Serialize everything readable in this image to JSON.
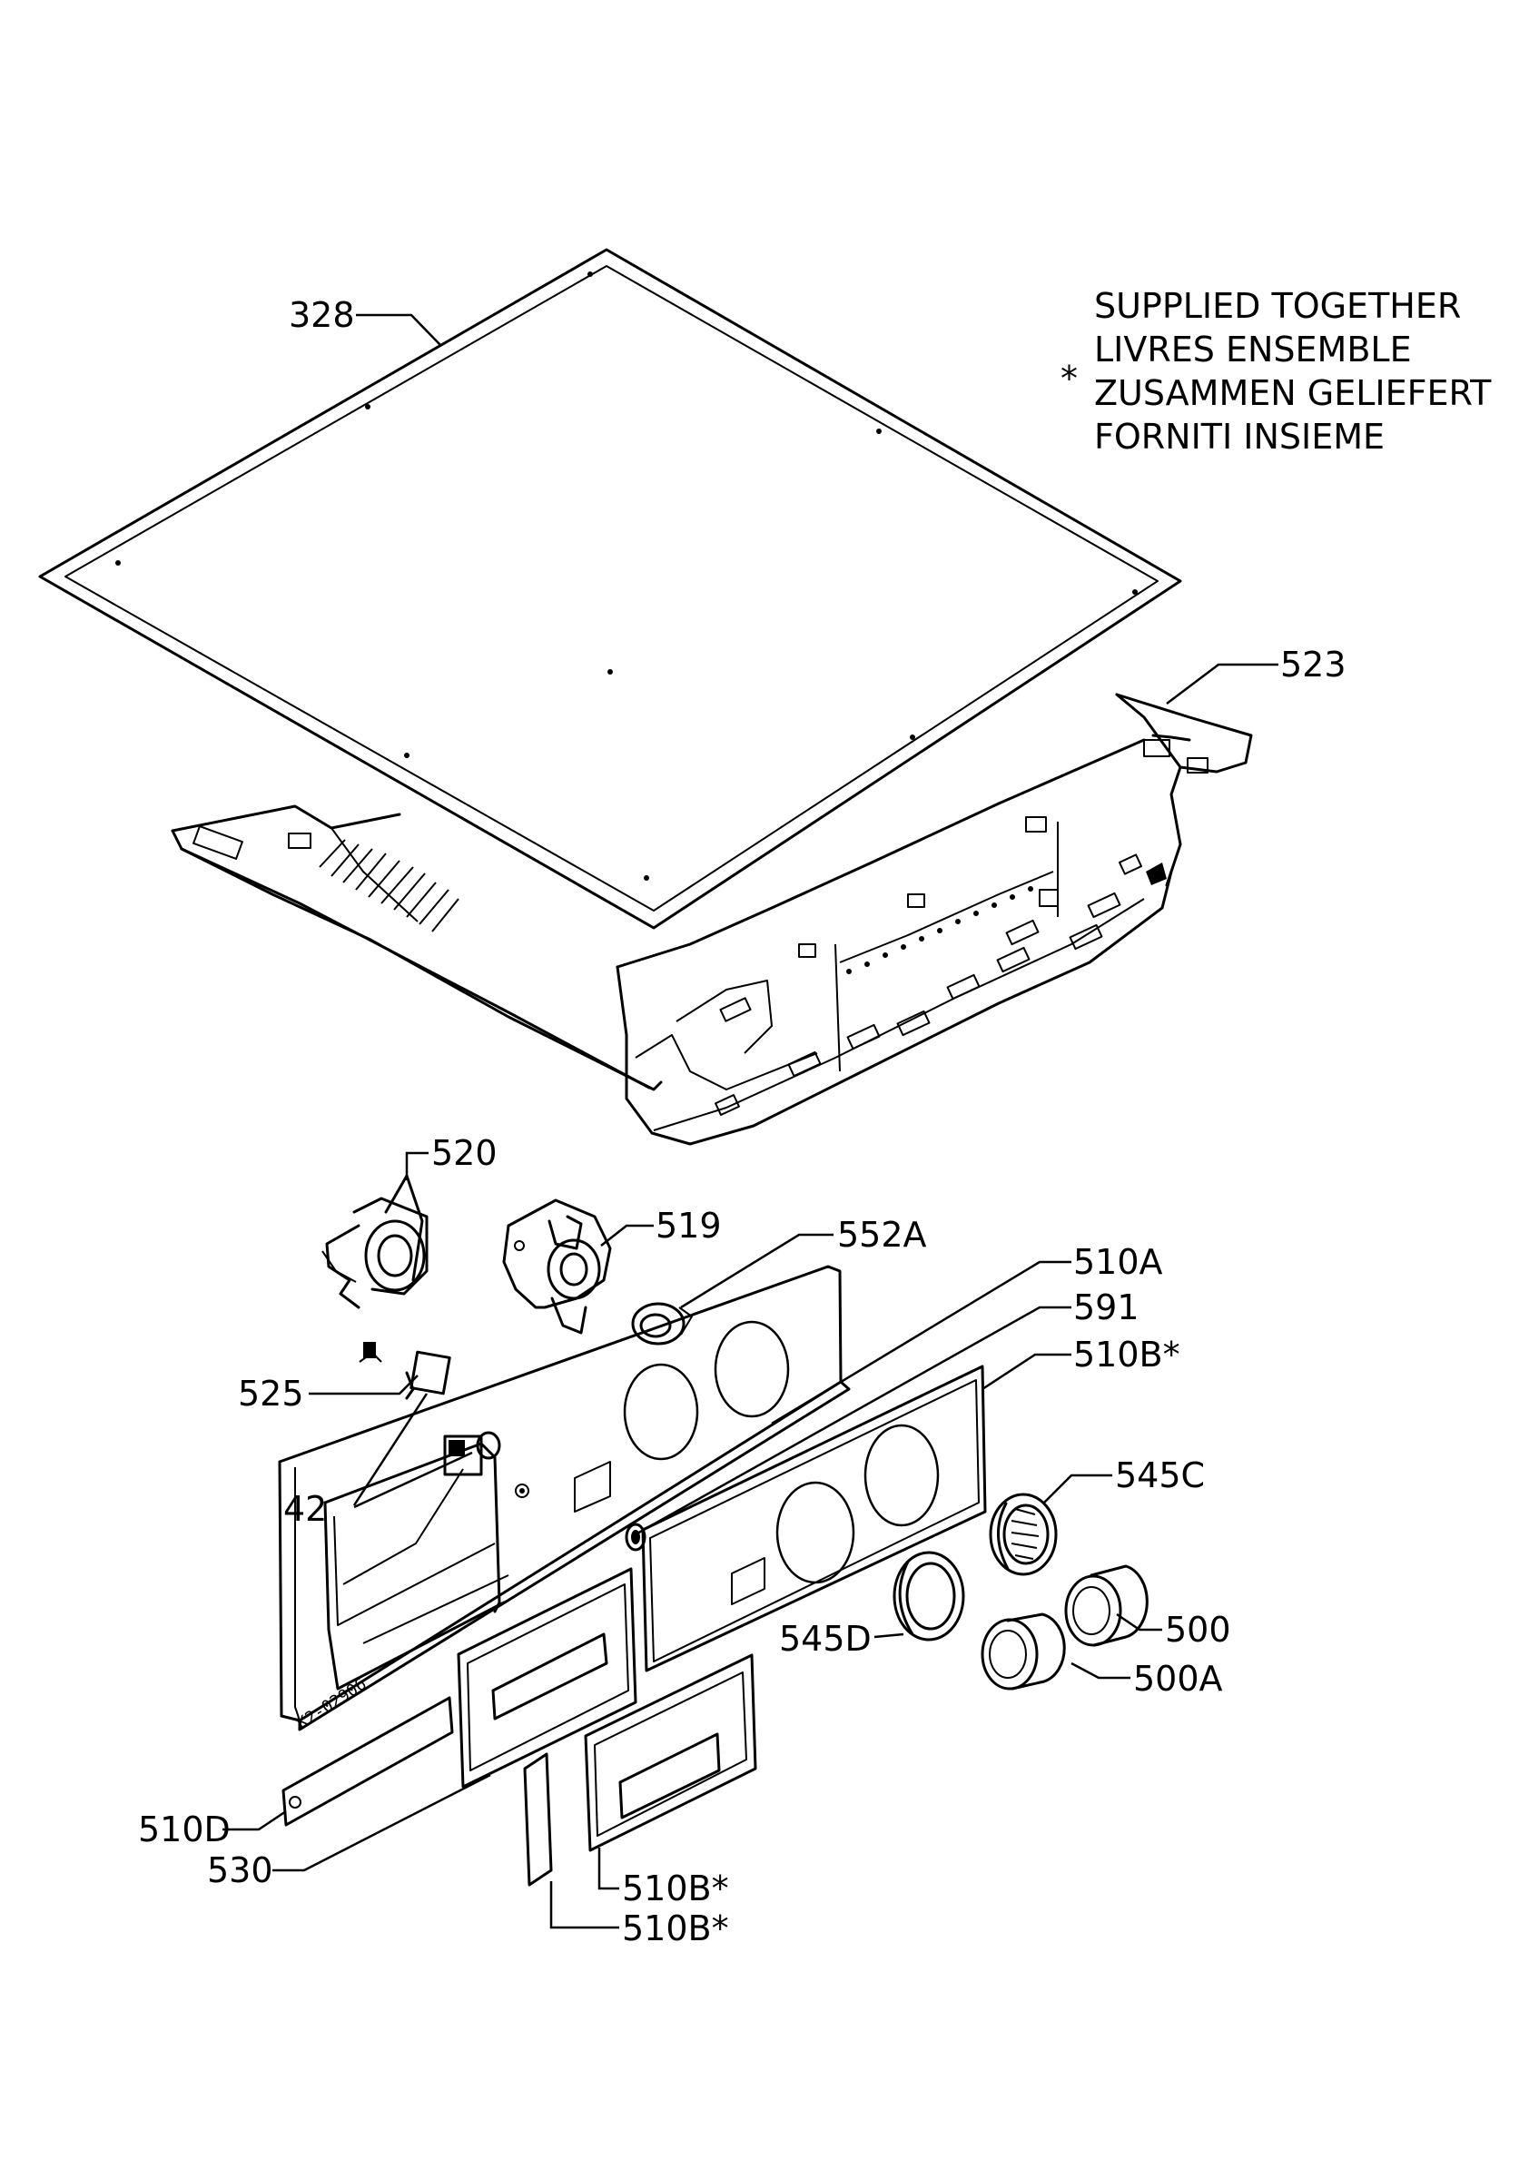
{
  "note": {
    "asterisk": "*",
    "lines": [
      "SUPPLIED TOGETHER",
      "LIVRES ENSEMBLE",
      "ZUSAMMEN GELIEFERT",
      "FORNITI INSIEME"
    ]
  },
  "stamp": "K2-02906",
  "labels": {
    "p328": "328",
    "p523": "523",
    "p520": "520",
    "p519": "519",
    "p552a": "552A",
    "p510a": "510A",
    "p591": "591",
    "p510b_top": "510B*",
    "p525": "525",
    "p42": "42",
    "p545c": "545C",
    "p545d": "545D",
    "p500": "500",
    "p500a": "500A",
    "p510d": "510D",
    "p530": "530",
    "p510b_mid": "510B*",
    "p510b_low": "510B*"
  }
}
